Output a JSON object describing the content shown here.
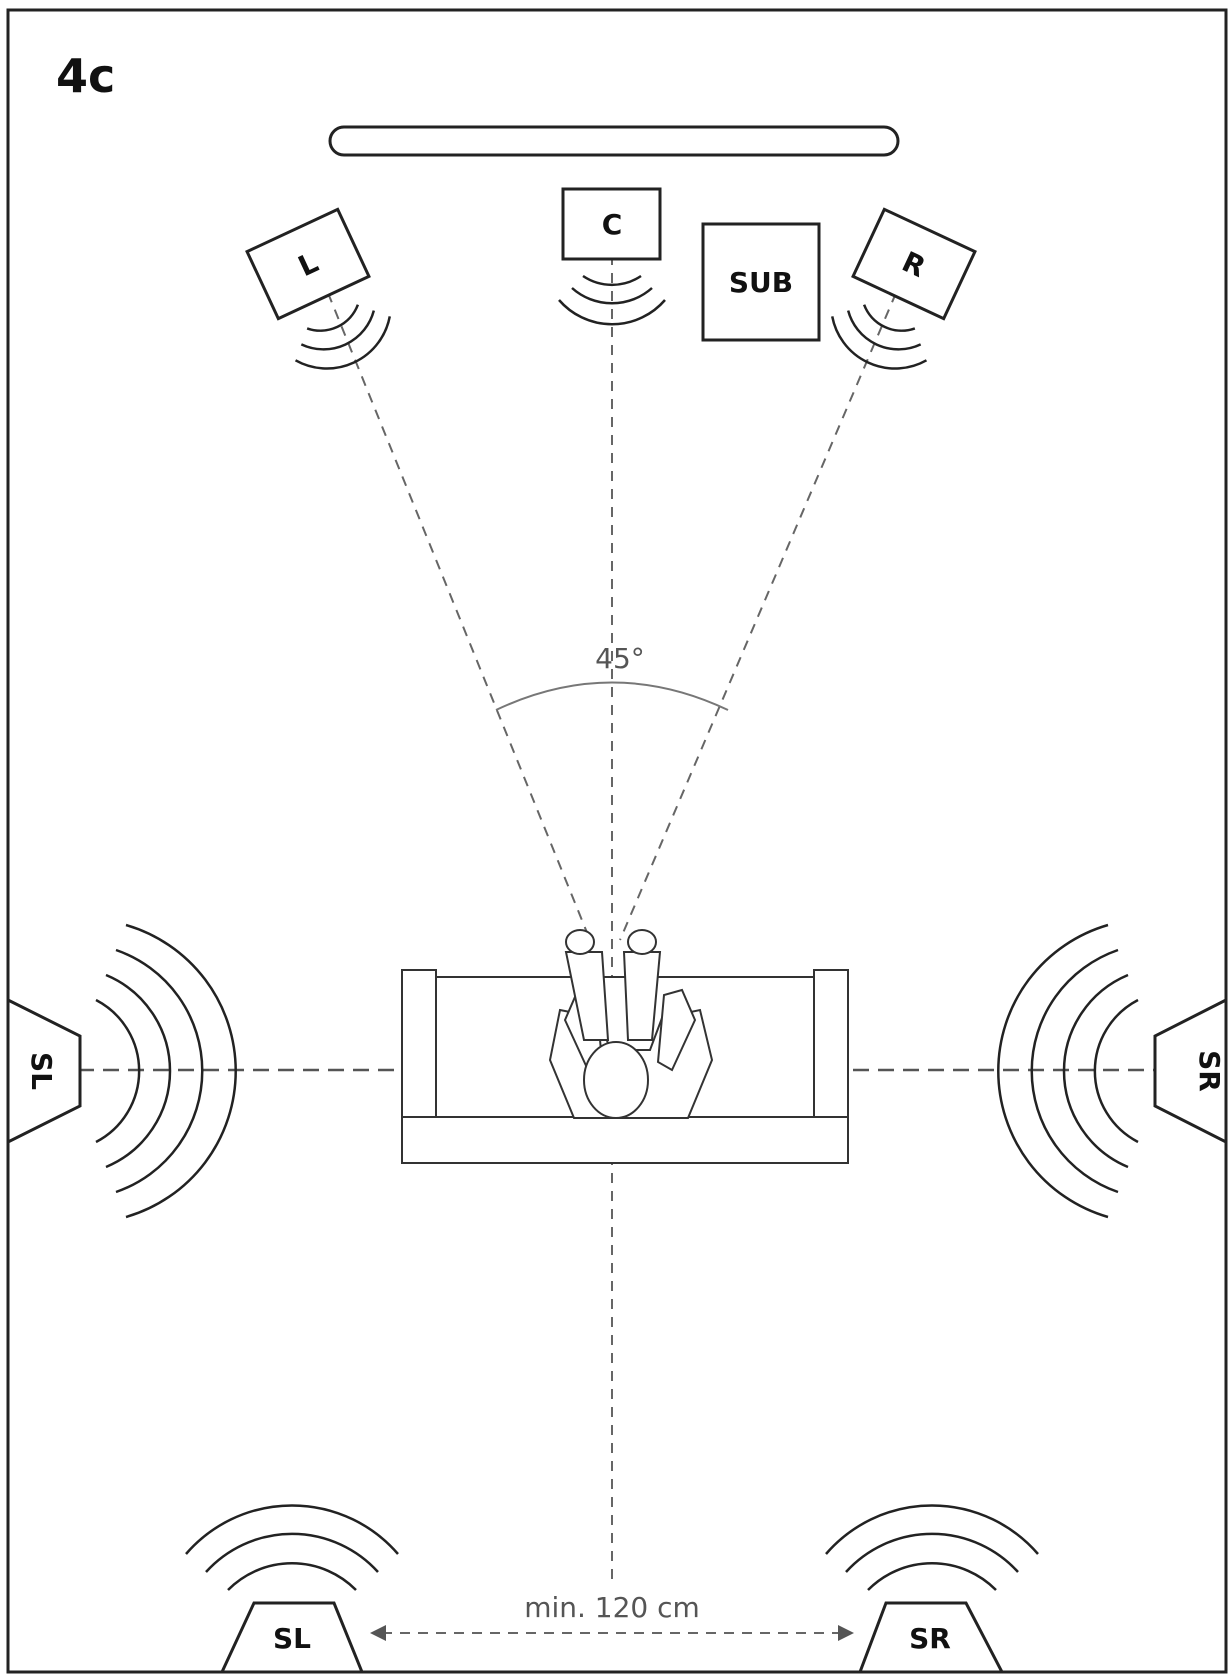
{
  "figure_label": "4c",
  "speakers": {
    "left": "L",
    "center": "C",
    "right": "R",
    "subwoofer": "SUB",
    "side_left": "SL",
    "side_right": "SR",
    "rear_left": "SL",
    "rear_right": "SR"
  },
  "angle_label": "45°",
  "distance_label": "min. 120 cm"
}
